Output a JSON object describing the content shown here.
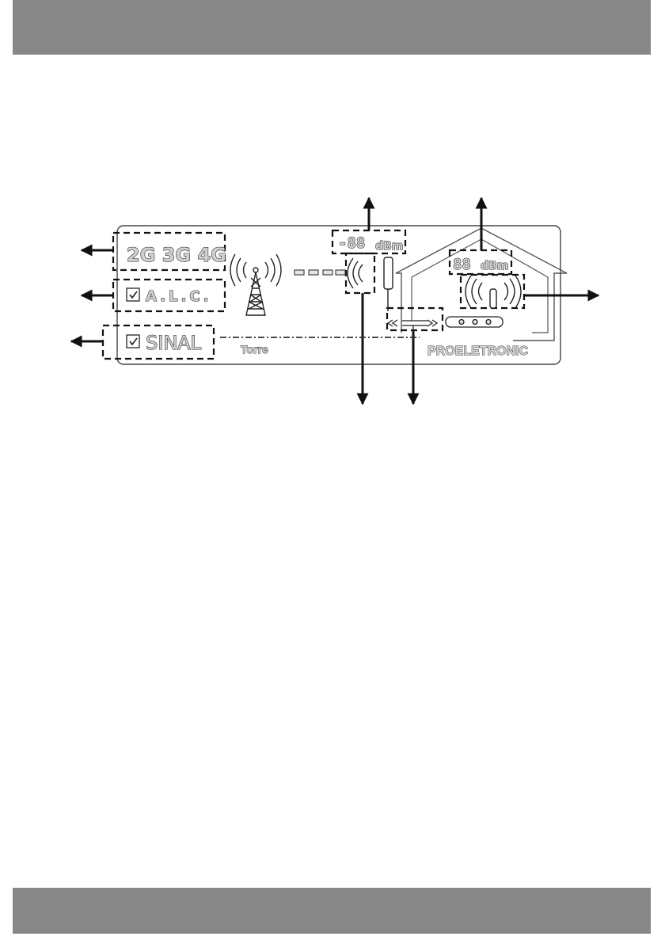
{
  "diagram": {
    "band_indicator": "2G 3G 4G",
    "alc_label": "A.L.C.",
    "signal_label": "SINAL",
    "tower_label": "Torre",
    "brand_label": "PROELETRONIC",
    "outdoor_reading_digits": "-88",
    "outdoor_reading_unit": "dBm",
    "indoor_reading_digits": "88",
    "indoor_reading_unit": "dBm"
  }
}
